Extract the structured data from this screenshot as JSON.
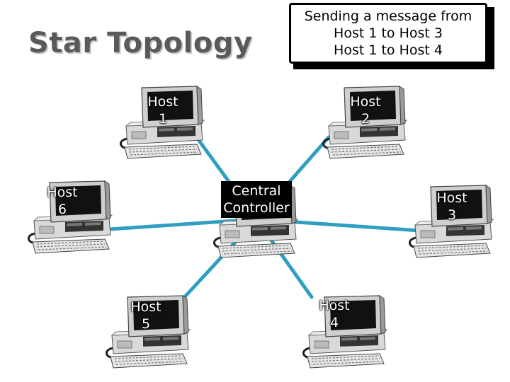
{
  "title": "Star Topology",
  "callout": {
    "lines": [
      "Sending a message from",
      "Host 1 to Host 3",
      "Host 1 to Host 4"
    ]
  },
  "colors": {
    "link": "#2e9fbf",
    "screen": "#111111"
  },
  "center": {
    "id": "controller",
    "lines": [
      "Central",
      "Controller"
    ]
  },
  "hosts": [
    {
      "id": "host1",
      "lines": [
        "Host",
        "1"
      ]
    },
    {
      "id": "host2",
      "lines": [
        "Host",
        "2"
      ]
    },
    {
      "id": "host3",
      "lines": [
        "Host",
        "3"
      ]
    },
    {
      "id": "host4",
      "lines": [
        "Host",
        "4"
      ]
    },
    {
      "id": "host5",
      "lines": [
        "Host",
        "5"
      ]
    },
    {
      "id": "host6",
      "lines": [
        "Host",
        "6"
      ]
    }
  ],
  "links": [
    {
      "from": "controller",
      "to": "host1"
    },
    {
      "from": "controller",
      "to": "host2"
    },
    {
      "from": "controller",
      "to": "host3"
    },
    {
      "from": "controller",
      "to": "host4"
    },
    {
      "from": "controller",
      "to": "host5"
    },
    {
      "from": "controller",
      "to": "host6"
    }
  ]
}
